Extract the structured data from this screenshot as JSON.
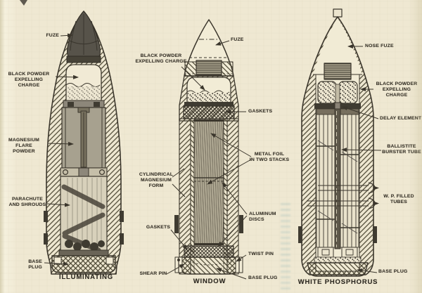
{
  "figure_type": "artillery shell cross-section diagram",
  "colors": {
    "paper": "#efe8d2",
    "ink": "#3b362c",
    "fuze_fill": "#57534a",
    "flare_fill": "#a7a18f"
  },
  "shells": [
    {
      "name": "illuminating",
      "caption": "ILLUMINATING",
      "labels": [
        {
          "text": "FUZE"
        },
        {
          "text": "BLACK POWDER\nEXPELLING CHARGE"
        },
        {
          "text": "MAGNESIUM FLARE\nPOWDER"
        },
        {
          "text": "PARACHUTE\nAND SHROUDS"
        },
        {
          "text": "BASE PLUG"
        }
      ]
    },
    {
      "name": "window",
      "caption": "WINDOW",
      "labels": [
        {
          "text": "FUZE"
        },
        {
          "text": "BLACK POWDER\nEXPELLING CHARGE"
        },
        {
          "text": "GASKETS"
        },
        {
          "text": "METAL FOIL\nIN TWO STACKS"
        },
        {
          "text": "CYLINDRICAL\nMAGNESIUM\nFORM"
        },
        {
          "text": "ALUMINUM DISCS"
        },
        {
          "text": "GASKETS"
        },
        {
          "text": "TWIST PIN"
        },
        {
          "text": "SHEAR PIN"
        },
        {
          "text": "BASE PLUG"
        }
      ]
    },
    {
      "name": "white-phosphorus",
      "caption": "WHITE PHOSPHORUS",
      "labels": [
        {
          "text": "NOSE FUZE"
        },
        {
          "text": "BLACK POWDER\nEXPELLING CHARGE"
        },
        {
          "text": "DELAY ELEMENT"
        },
        {
          "text": "BALLISTITE\nBURSTER TUBE"
        },
        {
          "text": "W. P. FILLED\nTUBES"
        },
        {
          "text": "BASE PLUG"
        }
      ]
    }
  ]
}
